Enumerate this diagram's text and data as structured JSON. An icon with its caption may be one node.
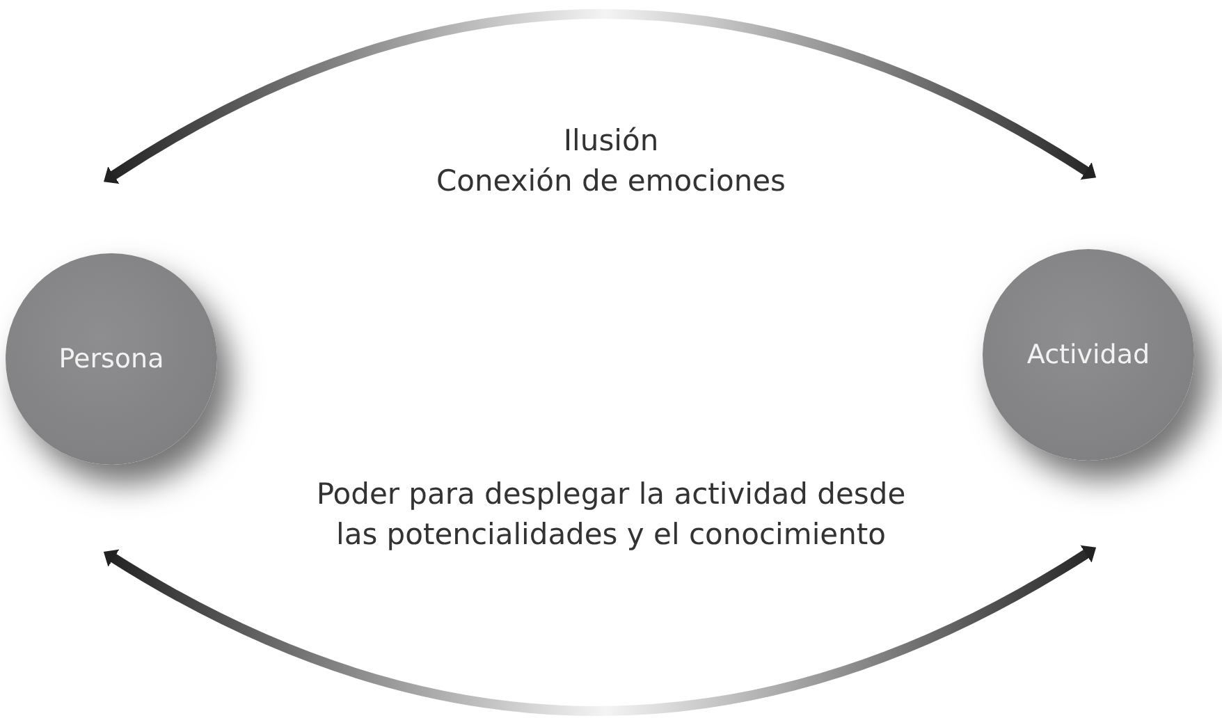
{
  "diagram": {
    "nodes": [
      {
        "text": [
          "Persona"
        ]
      },
      {
        "text": [
          "Actividad"
        ]
      }
    ],
    "edges": [
      {
        "from": 0,
        "to": 1,
        "arrow": "both",
        "label": "Ilusión"
      },
      {
        "from": 0,
        "to": 1,
        "arrow": "both",
        "label": "Poder para desplegar la actividad desde las potencialidades y el conocimiento"
      }
    ],
    "labels": [
      "Conexión de emociones"
    ]
  }
}
